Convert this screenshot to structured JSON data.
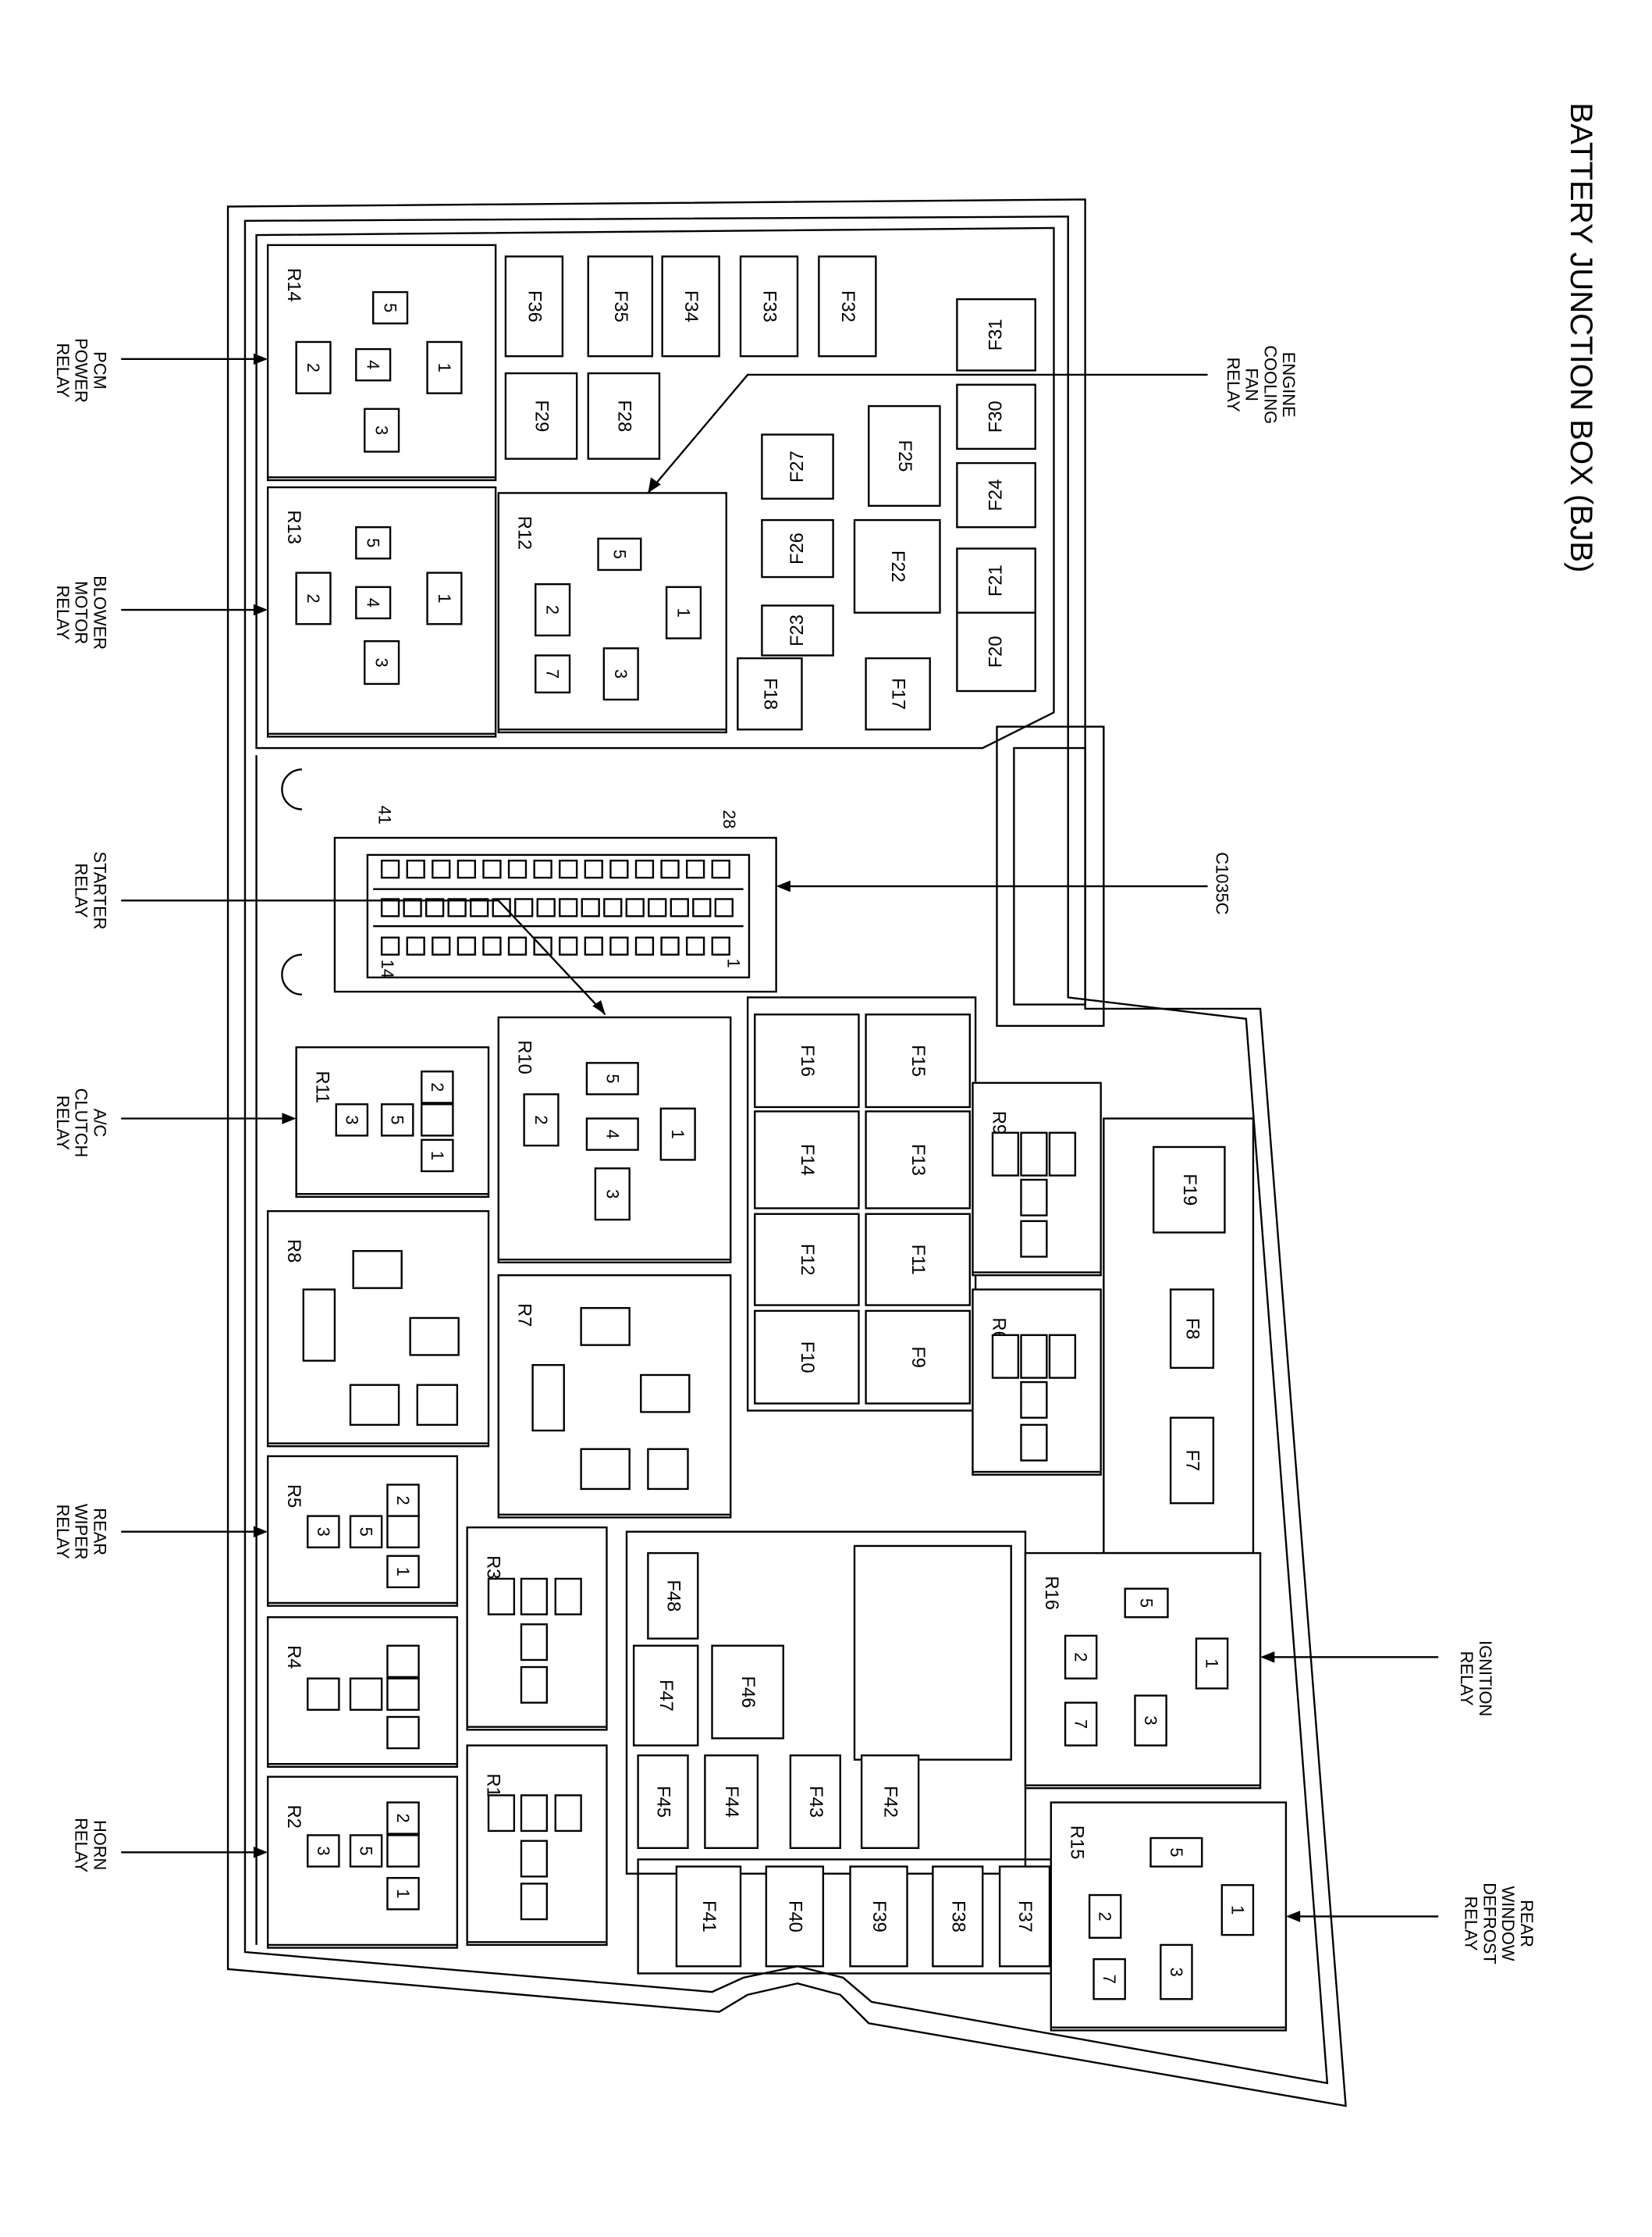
{
  "title": "BATTERY JUNCTION BOX (BJB)",
  "relays": [
    {
      "label": "R14",
      "pins": [
        "5",
        "2",
        "4",
        "1",
        "3"
      ]
    },
    {
      "label": "R13",
      "pins": [
        "5",
        "2",
        "4",
        "1",
        "3"
      ]
    },
    {
      "label": "R12",
      "pins": [
        "5",
        "2",
        "1",
        "7",
        "3"
      ]
    },
    {
      "label": "R10",
      "pins": [
        "5",
        "2",
        "4",
        "1",
        "3"
      ]
    },
    {
      "label": "R11",
      "pins": [
        "2",
        "3",
        "5",
        "",
        "1"
      ]
    },
    {
      "label": "R8",
      "pins": [
        "",
        "",
        "",
        "",
        ""
      ]
    },
    {
      "label": "R7",
      "pins": [
        "",
        "",
        "",
        "",
        ""
      ]
    },
    {
      "label": "R9",
      "pins": [
        "",
        "",
        "",
        "",
        ""
      ]
    },
    {
      "label": "R6",
      "pins": [
        "",
        "",
        "",
        "",
        ""
      ]
    },
    {
      "label": "R5",
      "pins": [
        "2",
        "3",
        "5",
        "",
        "1"
      ]
    },
    {
      "label": "R4",
      "pins": [
        "",
        "",
        "",
        "",
        ""
      ]
    },
    {
      "label": "R2",
      "pins": [
        "2",
        "3",
        "5",
        "",
        "1"
      ]
    },
    {
      "label": "R3",
      "pins": [
        "",
        "",
        "",
        "",
        ""
      ]
    },
    {
      "label": "R1",
      "pins": [
        "",
        "",
        "",
        "",
        ""
      ]
    },
    {
      "label": "R16",
      "pins": [
        "5",
        "2",
        "1",
        "7",
        "3"
      ]
    },
    {
      "label": "R15",
      "pins": [
        "5",
        "1",
        "2",
        "7",
        "3"
      ]
    }
  ],
  "fuses": [
    "F36",
    "F35",
    "F34",
    "F33",
    "F32",
    "F31",
    "F29",
    "F28",
    "F30",
    "F25",
    "F27",
    "F24",
    "F22",
    "F26",
    "F21",
    "F23",
    "F20",
    "F18",
    "F17",
    "F16",
    "F15",
    "F14",
    "F13",
    "F12",
    "F11",
    "F10",
    "F9",
    "F19",
    "F8",
    "F7",
    "F48",
    "F47",
    "F46",
    "F45",
    "F44",
    "F43",
    "F42",
    "F41",
    "F40",
    "F39",
    "F38",
    "F37"
  ],
  "connector": {
    "label": "C1035C",
    "pin_numbers": [
      "41",
      "28",
      "14",
      "1"
    ]
  },
  "callouts": [
    {
      "lines": [
        "PCM",
        "POWER",
        "RELAY"
      ]
    },
    {
      "lines": [
        "BLOWER",
        "MOTOR",
        "RELAY"
      ]
    },
    {
      "lines": [
        "STARTER",
        "RELAY"
      ]
    },
    {
      "lines": [
        "A/C",
        "CLUTCH",
        "RELAY"
      ]
    },
    {
      "lines": [
        "REAR",
        "WIPER",
        "RELAY"
      ]
    },
    {
      "lines": [
        "HORN",
        "RELAY"
      ]
    },
    {
      "lines": [
        "ENGINE",
        "COOLING",
        "FAN",
        "RELAY"
      ]
    },
    {
      "lines": [
        "C1035C"
      ]
    },
    {
      "lines": [
        "IGNITION",
        "RELAY"
      ]
    },
    {
      "lines": [
        "REAR",
        "WINDOW",
        "DEFROST",
        "RELAY"
      ]
    }
  ]
}
